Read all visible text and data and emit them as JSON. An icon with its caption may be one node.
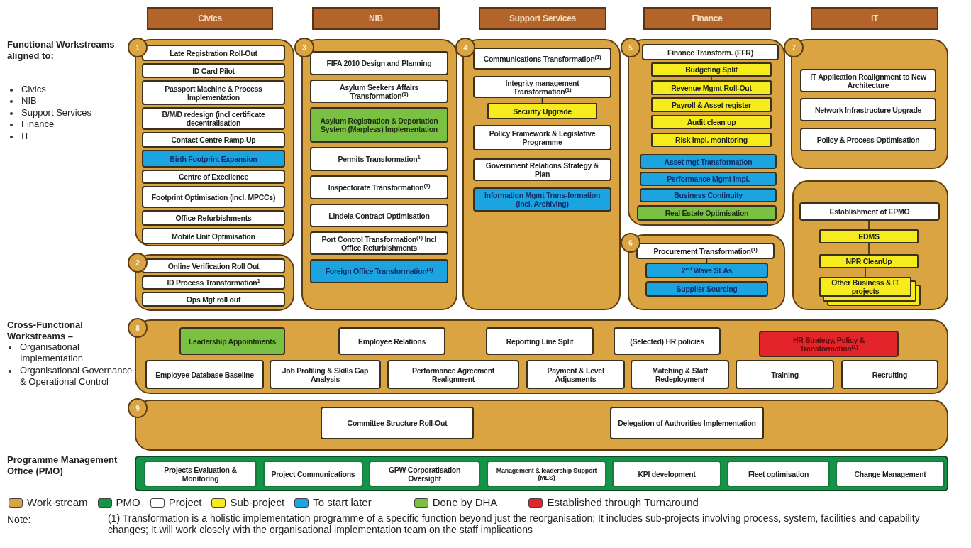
{
  "diagram": {
    "nodes": [
      {
        "text": [
          "Civics"
        ]
      },
      {
        "text": [
          "NIB"
        ]
      },
      {
        "text": [
          "Support Services"
        ]
      },
      {
        "text": [
          "Finance"
        ]
      },
      {
        "text": [
          "IT"
        ]
      },
      {
        "text": [],
        "shape": "box",
        "beside": [
          "1"
        ]
      },
      {
        "text": [
          "Late Registration Roll-Out"
        ],
        "in": 5
      },
      {
        "text": [
          "ID Card Pilot"
        ],
        "in": 5
      },
      {
        "text": [
          "Passport Machine & Process Implementation"
        ],
        "in": 5
      },
      {
        "text": [
          "B/M/D redesign (incl certificate decentralisation"
        ],
        "in": 5
      },
      {
        "text": [
          "Contact Centre Ramp-Up"
        ],
        "in": 5
      },
      {
        "text": [
          "Birth Footprint Expansion"
        ],
        "in": 5
      },
      {
        "text": [
          "Centre of Excellence"
        ],
        "in": 5
      },
      {
        "text": [
          "Footprint Optimisation (incl. MPCCs)"
        ],
        "in": 5
      },
      {
        "text": [
          "Office Refurbishments"
        ],
        "in": 5
      },
      {
        "text": [
          "Mobile Unit Optimisation"
        ],
        "in": 5
      },
      {
        "text": [],
        "shape": "box",
        "beside": [
          "2"
        ]
      },
      {
        "text": [
          "Online Verification Roll Out"
        ],
        "in": 16
      },
      {
        "text": [
          "ID Process Transformation$^{1}$"
        ],
        "in": 16
      },
      {
        "text": [
          "Ops Mgt roll out"
        ],
        "in": 16
      },
      {
        "text": [],
        "shape": "box",
        "beside": [
          "3"
        ]
      },
      {
        "text": [
          "FIFA 2010 Design and Planning"
        ],
        "in": 20
      },
      {
        "text": [
          "Asylum Seekers Affairs Transformation$^{(1)}$"
        ],
        "in": 20
      },
      {
        "text": [
          "Asylum Registration & Deportation System (Marpless) Implementation"
        ],
        "in": 20
      },
      {
        "text": [
          "Permits Transformation$^{1}$"
        ],
        "in": 20
      },
      {
        "text": [
          "Inspectorate Transformation$^{(1)}$"
        ],
        "in": 20
      },
      {
        "text": [
          "Lindela Contract Optimisation"
        ],
        "in": 20
      },
      {
        "text": [
          "Port Control Transformation$^{(1)}$ Incl Office Refurbishments"
        ],
        "in": 20
      },
      {
        "text": [
          "Foreign Office Transformation$^{(1)}$"
        ],
        "in": 20
      },
      {
        "text": [],
        "shape": "box",
        "beside": [
          "4"
        ]
      },
      {
        "text": [
          "Communications Transformation$^{(1)}$"
        ],
        "in": 29
      },
      {
        "text": [
          "Integrity management Transformation$^{(1)}$"
        ],
        "in": 29
      },
      {
        "text": [
          "Security Upgrade"
        ],
        "in": 29
      },
      {
        "text": [
          "Policy Framework & Legislative Programme"
        ],
        "in": 29
      },
      {
        "text": [
          "Government Relations Strategy & Plan"
        ],
        "in": 29
      },
      {
        "text": [
          "Information Mgmt Trans-formation (incl. Archiving)"
        ],
        "in": 29
      },
      {
        "text": [],
        "shape": "box",
        "beside": [
          "5"
        ]
      },
      {
        "text": [
          "Finance Transform. (FFR)"
        ],
        "in": 36
      },
      {
        "text": [
          "Budgeting Split"
        ],
        "in": 36
      },
      {
        "text": [
          "Revenue Mgmt Roll-Out"
        ],
        "in": 36
      },
      {
        "text": [
          "Payroll & Asset register"
        ],
        "in": 36
      },
      {
        "text": [
          "Audit clean up"
        ],
        "in": 36
      },
      {
        "text": [
          "Risk impl. monitoring"
        ],
        "in": 36
      },
      {
        "text": [
          "Asset mgt Transformation"
        ],
        "in": 36
      },
      {
        "text": [
          "Performance Mgmt Impl."
        ],
        "in": 36
      },
      {
        "text": [
          "Business Continuity"
        ],
        "in": 36
      },
      {
        "text": [
          "Real Estate Optimisation"
        ],
        "in": 36
      },
      {
        "text": [],
        "shape": "box",
        "beside": [
          "6"
        ]
      },
      {
        "text": [
          "Procurement Transformation$^{(1)}$"
        ],
        "in": 47
      },
      {
        "text": [
          "2$^{nd}$ Wave SLAs"
        ],
        "in": 47
      },
      {
        "text": [
          "Supplier Sourcing"
        ],
        "in": 47
      },
      {
        "text": [],
        "shape": "box",
        "beside": [
          "7"
        ]
      },
      {
        "text": [
          "IT Application Realignment to New Architecture"
        ],
        "in": 51
      },
      {
        "text": [
          "Network Infrastructure Upgrade"
        ],
        "in": 51
      },
      {
        "text": [
          "Policy & Process Optimisation"
        ],
        "in": 51
      },
      {
        "text": [],
        "shape": "box"
      },
      {
        "text": [
          "Establishment of EPMO"
        ],
        "in": 55
      },
      {
        "text": [
          "EDMS"
        ],
        "in": 55
      },
      {
        "text": [
          "NPR CleanUp"
        ],
        "in": 55
      },
      {
        "text": [
          "Other Business & IT projects"
        ],
        "in": 55
      },
      {
        "text": [],
        "shape": "box",
        "beside": [
          "8"
        ]
      },
      {
        "text": [
          "Leadership Appointments"
        ],
        "in": 60
      },
      {
        "text": [
          "Employee Relations"
        ],
        "in": 60
      },
      {
        "text": [
          "Reporting Line Split"
        ],
        "in": 60
      },
      {
        "text": [
          "(Selected) HR policies"
        ],
        "in": 60
      },
      {
        "text": [
          "HR Strategy, Policy & Transformation$^{(1)}$"
        ],
        "in": 60
      },
      {
        "text": [
          "Employee Database Baseline"
        ],
        "in": 60
      },
      {
        "text": [
          "Job Profiling & Skills Gap Analysis"
        ],
        "in": 60
      },
      {
        "text": [
          "Performance Agreement Realignment"
        ],
        "in": 60
      },
      {
        "text": [
          "Payment & Level Adjusments"
        ],
        "in": 60
      },
      {
        "text": [
          "Matching & Staff Redeployment"
        ],
        "in": 60
      },
      {
        "text": [
          "Training"
        ],
        "in": 60
      },
      {
        "text": [
          "Recruiting"
        ],
        "in": 60
      },
      {
        "text": [],
        "shape": "box",
        "beside": [
          "9"
        ]
      },
      {
        "text": [
          "Committee Structure Roll-Out"
        ],
        "in": 73
      },
      {
        "text": [
          "Delegation of Authorities Implementation"
        ],
        "in": 73
      },
      {
        "text": [],
        "shape": "box"
      },
      {
        "text": [
          "Projects Evaluation & Monitoring"
        ],
        "in": 76
      },
      {
        "text": [
          "Project Communications"
        ],
        "in": 76
      },
      {
        "text": [
          "GPW Corporatisation Oversight"
        ],
        "in": 76
      },
      {
        "text": [
          "Management & leadership Support (MLS)"
        ],
        "in": 76
      },
      {
        "text": [
          "KPI development"
        ],
        "in": 76
      },
      {
        "text": [
          "Fleet optimisation"
        ],
        "in": 76
      },
      {
        "text": [
          "Change Management"
        ],
        "in": 76
      }
    ],
    "edges": [
      {
        "from": 31,
        "to": 32,
        "arrow": "none"
      },
      {
        "from": 38,
        "to": 39,
        "arrow": "none"
      },
      {
        "from": 48,
        "to": 49,
        "arrow": "none"
      },
      {
        "from": 56,
        "to": 57,
        "arrow": "none"
      },
      {
        "from": 57,
        "to": 58,
        "arrow": "none"
      },
      {
        "from": 58,
        "to": 59,
        "arrow": "none"
      }
    ],
    "labels": [
      "Functional Workstreams aligned to:",
      "Civics",
      "NIB",
      "Support Services",
      "Finance",
      "IT",
      "Cross-Functional Workstreams –",
      "Organisational Implementation",
      "Organisational Governance & Operational Control",
      "Programme Management Office (PMO)",
      "Note:",
      "(1) Transformation is a holistic implementation programme of a specific function beyond just the reorganisation; It includes sub-projects involving process, system, facilities and capability changes; It will work closely with the organisational implementation team on the staff implications"
    ],
    "legend": [
      {
        "text": "Work-stream",
        "color": "#d9a441"
      },
      {
        "text": "PMO",
        "color": "#159447"
      },
      {
        "text": "Project",
        "color": "#ffffff"
      },
      {
        "text": "Sub-project",
        "color": "#f6ec1d"
      },
      {
        "text": "To start later",
        "color": "#1ba4e0"
      },
      {
        "text": "Done by DHA",
        "color": "#79c043"
      },
      {
        "text": "Established through Turnaround",
        "color": "#e3242a"
      }
    ]
  }
}
